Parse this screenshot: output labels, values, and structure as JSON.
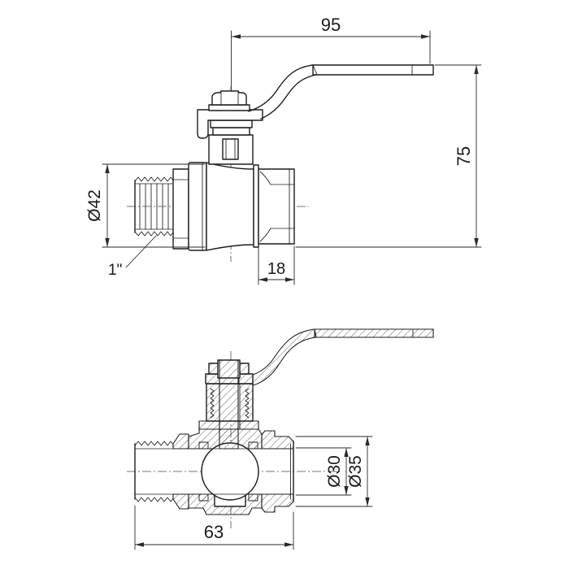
{
  "drawing": {
    "background": "#ffffff",
    "line_color": "#1d1d1d",
    "dim_color": "#2a2a2a",
    "side_view": {
      "dim_handle_length": "95",
      "dim_overall_height": "75",
      "dim_union_diameter": "Ø42",
      "label_thread_size": "1\"",
      "dim_outlet_depth": "18"
    },
    "section_view": {
      "dim_body_length": "63",
      "dim_bore_diameter": "Ø30",
      "dim_outlet_diameter": "Ø35"
    }
  }
}
